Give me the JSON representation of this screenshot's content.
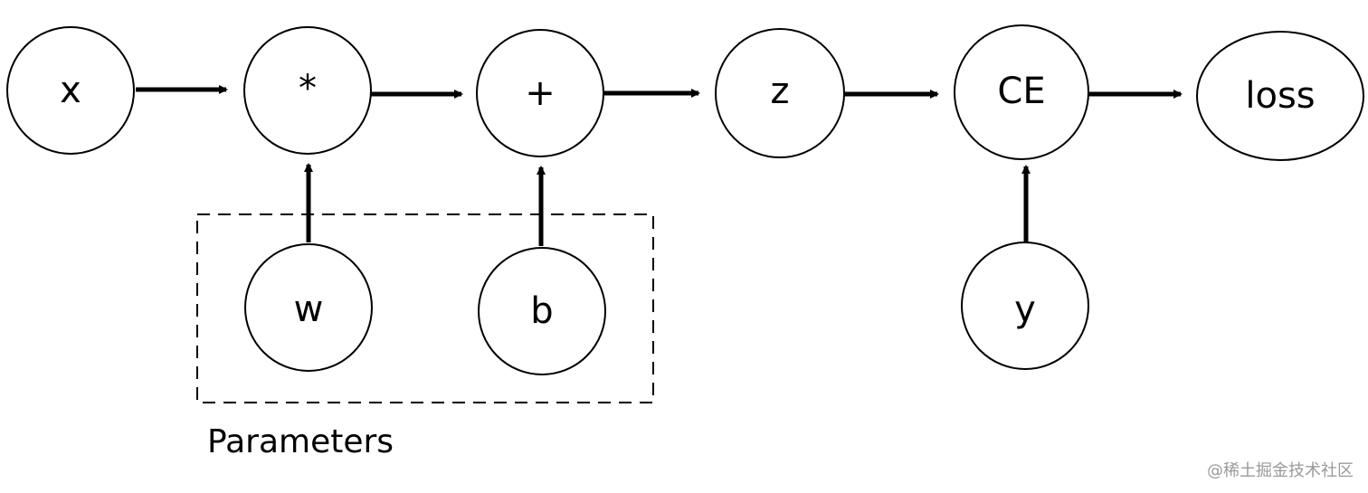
{
  "diagram": {
    "nodes": {
      "x": "x",
      "mul": "*",
      "add": "+",
      "z": "z",
      "ce": "CE",
      "loss": "loss",
      "w": "w",
      "b": "b",
      "y": "y"
    },
    "group_label": "Parameters",
    "watermark": "@稀土掘金技术社区"
  },
  "colors": {
    "stroke": "#000000",
    "background": "#ffffff",
    "watermark": "#9a9a9a"
  }
}
